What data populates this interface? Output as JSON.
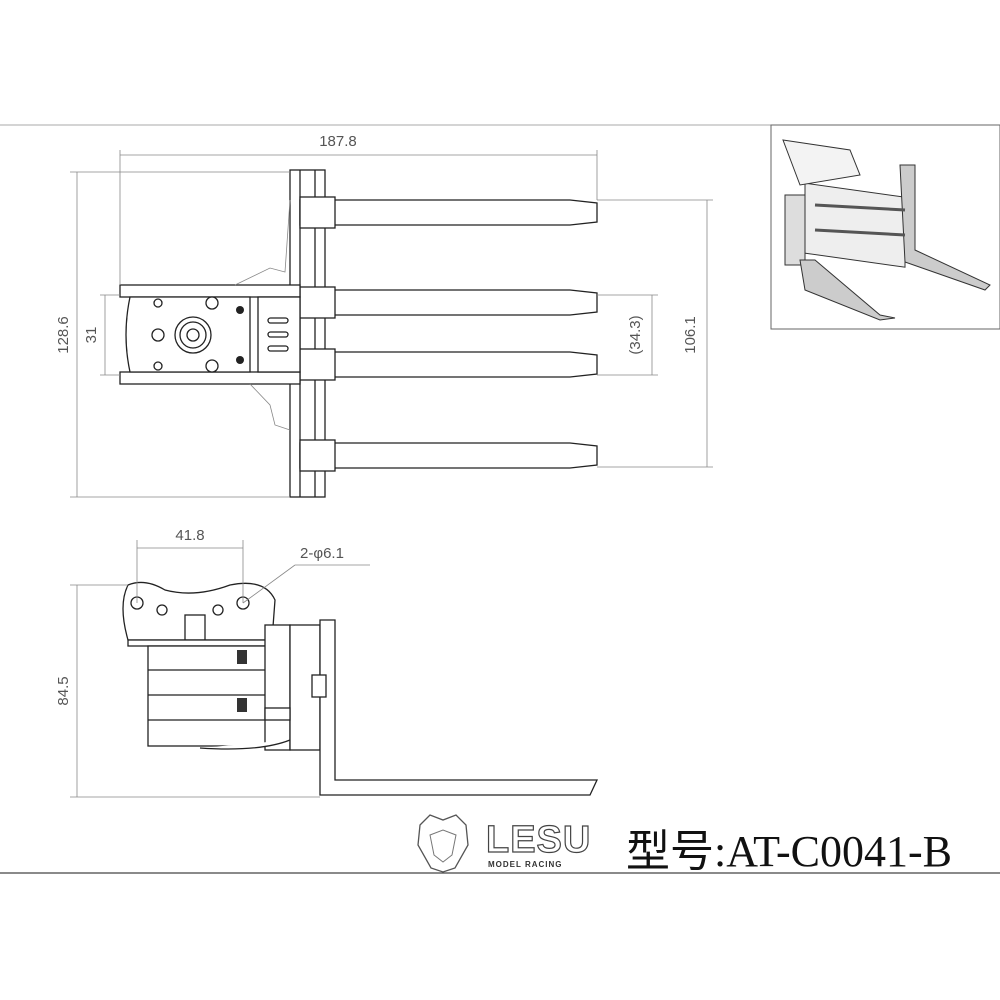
{
  "dimensions": {
    "overall_length": "187.8",
    "overall_height": "128.6",
    "rotator_height": "31",
    "inner_fork_spacing": "(34.3)",
    "outer_fork_spacing": "106.1",
    "hole_spacing": "41.8",
    "hole_spec": "2-φ6.1",
    "side_height": "84.5"
  },
  "brand": {
    "name": "LESU",
    "tagline": "MODEL RACING"
  },
  "model_number": "型号:AT-C0041-B"
}
